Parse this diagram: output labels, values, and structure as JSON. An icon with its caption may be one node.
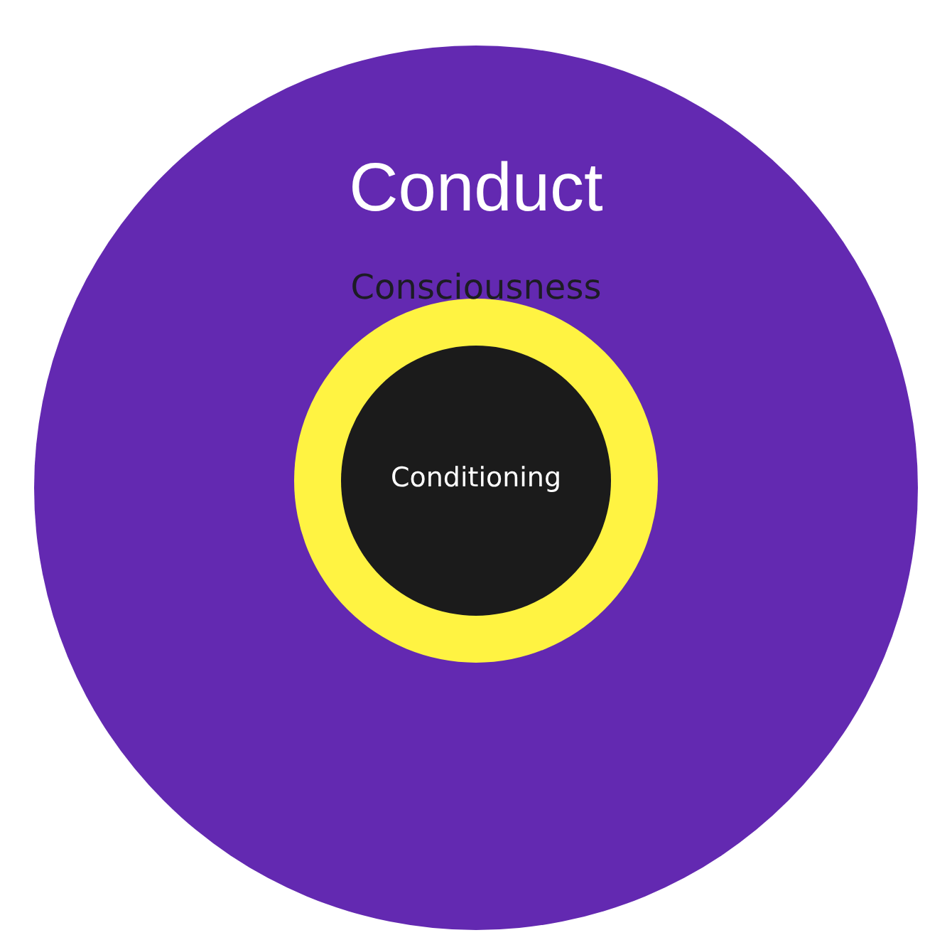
{
  "diagram": {
    "nodes": [
      {
        "text": [
          "Conduct"
        ]
      },
      {
        "text": [
          "Consciousness"
        ],
        "in": 0
      },
      {
        "text": [
          "Conditioning"
        ],
        "in": 1
      }
    ]
  }
}
